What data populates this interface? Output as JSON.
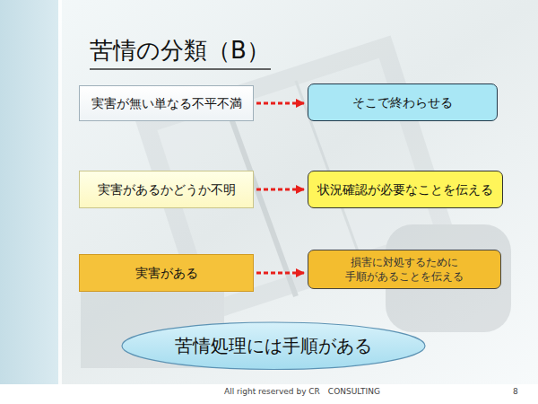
{
  "diagram": {
    "title": "苦情の分類（B）",
    "nodes": [
      {
        "text": [
          "実害が無い単なる不平不満"
        ]
      },
      {
        "text": [
          "そこで終わらせる"
        ]
      },
      {
        "text": [
          "実害があるかどうか不明"
        ]
      },
      {
        "text": [
          "状況確認が必要なことを伝える"
        ]
      },
      {
        "text": [
          "実害がある"
        ]
      },
      {
        "text": [
          "損害に対処するために 手順があることを伝える"
        ]
      },
      {
        "text": [
          "苦情処理には手順がある"
        ]
      }
    ],
    "edges": [
      {
        "from": 0,
        "to": 1,
        "arrow": "to"
      },
      {
        "from": 2,
        "to": 3,
        "arrow": "to"
      },
      {
        "from": 4,
        "to": 5,
        "arrow": "to"
      }
    ],
    "labels": [
      "All right reserved by CR　CONSULTING",
      "8"
    ]
  }
}
